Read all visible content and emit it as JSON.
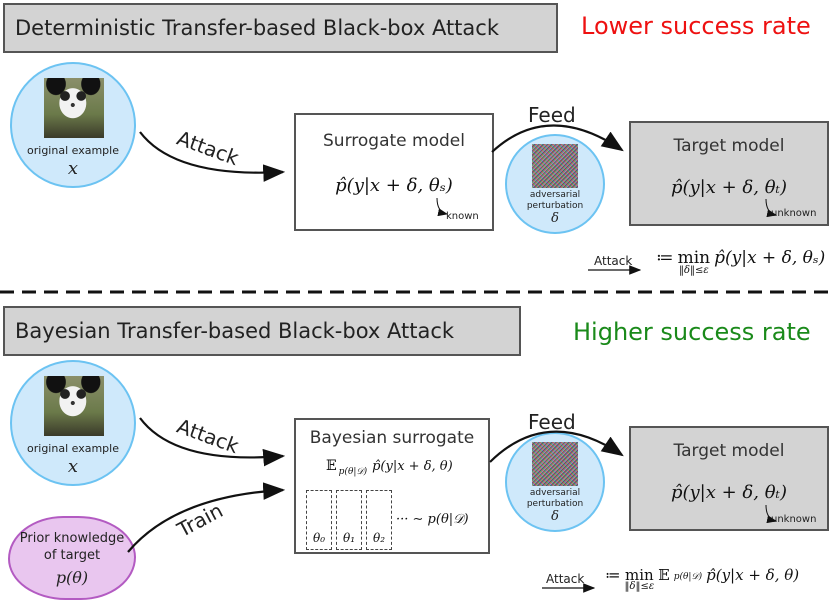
{
  "top": {
    "title": "Deterministic Transfer-based Black-box Attack",
    "rate": "Lower success rate",
    "rate_color": "#ee1111",
    "example_caption": "original example",
    "example_var": "x",
    "attack_label": "Attack",
    "surrogate_title": "Surrogate model",
    "surrogate_formula": "p̂(y|x + δ, θₛ)",
    "known_note": "known",
    "feed_label": "Feed",
    "perturb_caption_1": "adversarial",
    "perturb_caption_2": "perturbation",
    "perturb_var": "δ",
    "target_title": "Target model",
    "target_formula": "p̂(y|x + δ, θₜ)",
    "unknown_note": "unknown",
    "legend_label": "Attack",
    "legend_formula_prefix": "≔",
    "legend_min": "min",
    "legend_sub": "‖δ‖≤ε",
    "legend_formula": "p̂(y|x + δ, θₛ)"
  },
  "bottom": {
    "title": "Bayesian Transfer-based Black-box Attack",
    "rate": "Higher success rate",
    "rate_color": "#1a8a1a",
    "example_caption": "original example",
    "example_var": "x",
    "attack_label": "Attack",
    "train_label": "Train",
    "prior_line1": "Prior knowledge",
    "prior_line2": "of target",
    "prior_var": "p(θ)",
    "surrogate_title": "Bayesian surrogate",
    "surrogate_formula": "𝔼_p(θ|𝒟) p̂(y|x + δ, θ)",
    "expect_symbol": "𝔼",
    "expect_sub": "p(θ|𝒟)",
    "expect_rest": "p̂(y|x + δ, θ)",
    "theta_labels": [
      "θ₀",
      "θ₁",
      "θ₂"
    ],
    "dist_text": "··· ∼ p(θ|𝒟)",
    "feed_label": "Feed",
    "perturb_caption_1": "adversarial",
    "perturb_caption_2": "perturbation",
    "perturb_var": "δ",
    "target_title": "Target model",
    "target_formula": "p̂(y|x + δ, θₜ)",
    "unknown_note": "unknown",
    "legend_label": "Attack",
    "legend_formula_prefix": "≔",
    "legend_min": "min",
    "legend_sub": "‖δ‖≤ε",
    "legend_expect": "𝔼",
    "legend_expect_sub": "p(θ|𝒟)",
    "legend_formula": "p̂(y|x + δ, θ)"
  },
  "icons": [
    "panda-image",
    "noise-image",
    "cloud-shape"
  ]
}
